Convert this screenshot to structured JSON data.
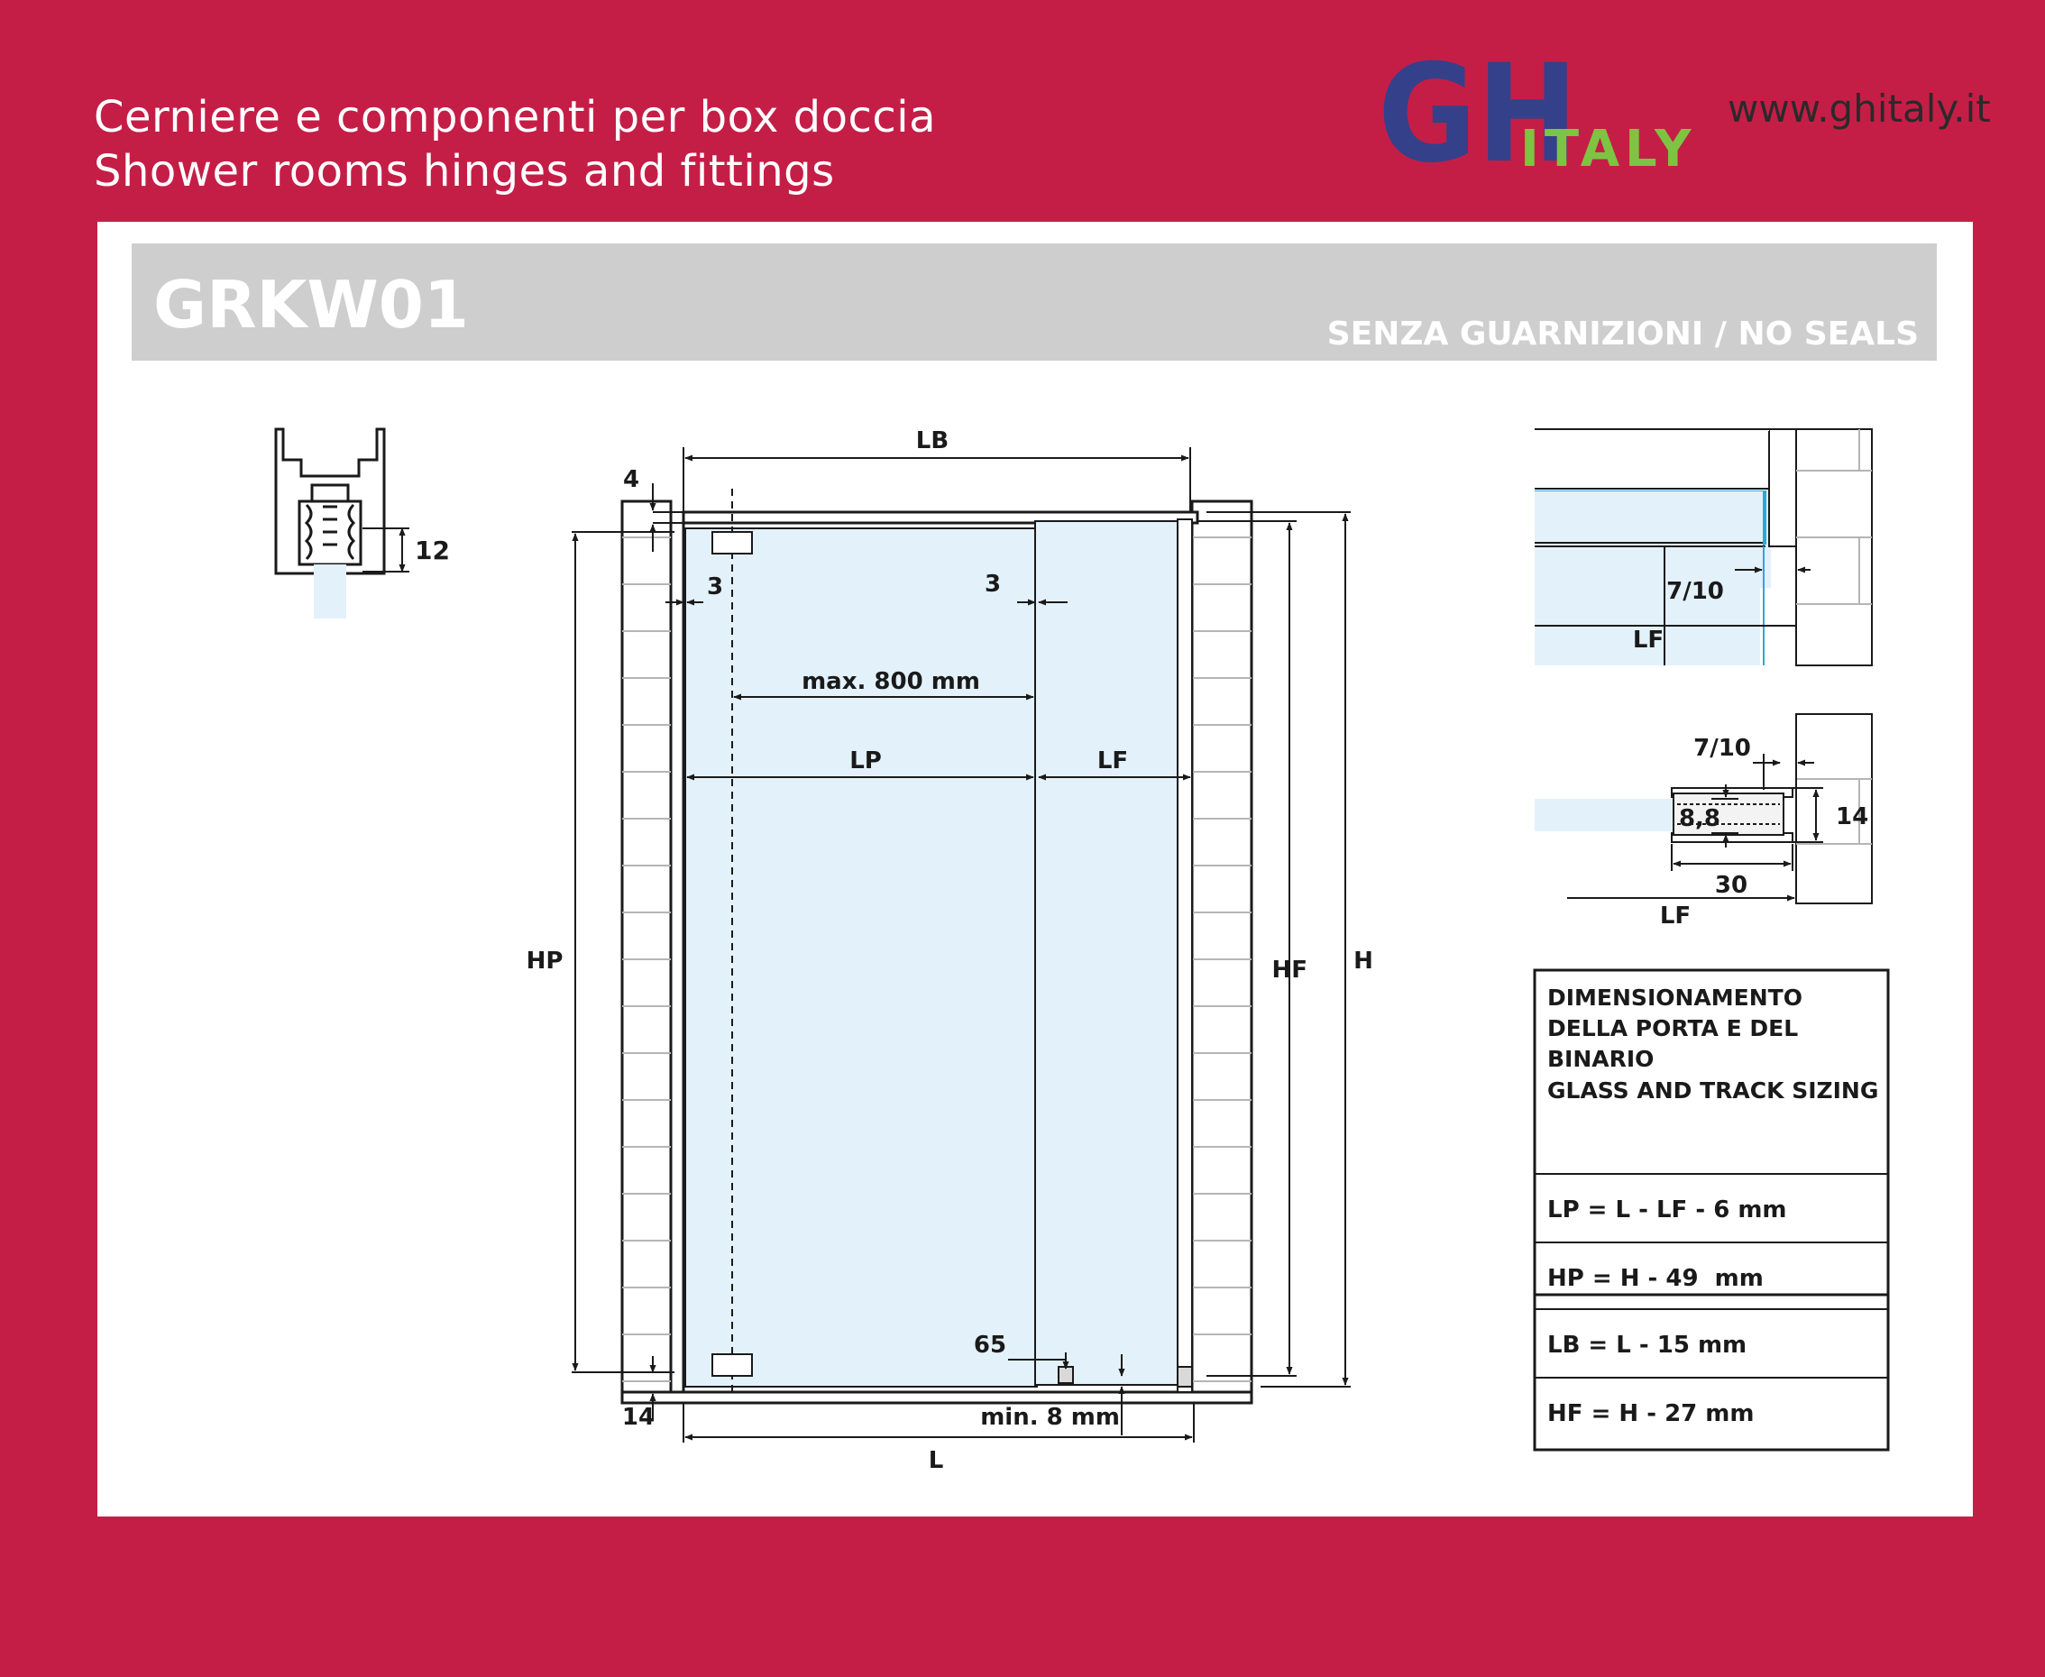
{
  "header": {
    "line1": "Cerniere e componenti per box doccia",
    "line2": "Shower rooms hinges and fittings",
    "website": "www.ghitaly.it"
  },
  "logo": {
    "main": "GH",
    "sub": "ITALY",
    "main_color": "#34408a",
    "sub_color": "#7dc443"
  },
  "product": {
    "code": "GRKW01",
    "note": "SENZA GUARNIZIONI / NO SEALS"
  },
  "colors": {
    "background": "#c41e47",
    "glass": "#e3f1fa",
    "title_bar": "#cecece",
    "line": "#1a1a1a"
  },
  "profile_labels": {
    "d12": "12"
  },
  "main_labels": {
    "lb": "LB",
    "d4": "4",
    "d3_left": "3",
    "d3_right": "3",
    "max800": "max. 800 mm",
    "lp": "LP",
    "lf": "LF",
    "hp": "HP",
    "hf": "HF",
    "h": "H",
    "d65": "65",
    "min8": "min. 8 mm",
    "d14": "14",
    "l": "L"
  },
  "detail_top": {
    "d710": "7/10",
    "lf": "LF"
  },
  "detail_bottom": {
    "d710": "7/10",
    "d88": "8,8",
    "d14": "14",
    "d30": "30",
    "lf": "LF"
  },
  "sizing_table": {
    "title_it": "DIMENSIONAMENTO DELLA PORTA E DEL BINARIO",
    "title_en": "GLASS AND TRACK SIZING",
    "rows": [
      "LP = L - LF - 6 mm",
      "HP = H - 49  mm",
      "LB = L - 15 mm",
      "HF = H - 27 mm"
    ]
  }
}
